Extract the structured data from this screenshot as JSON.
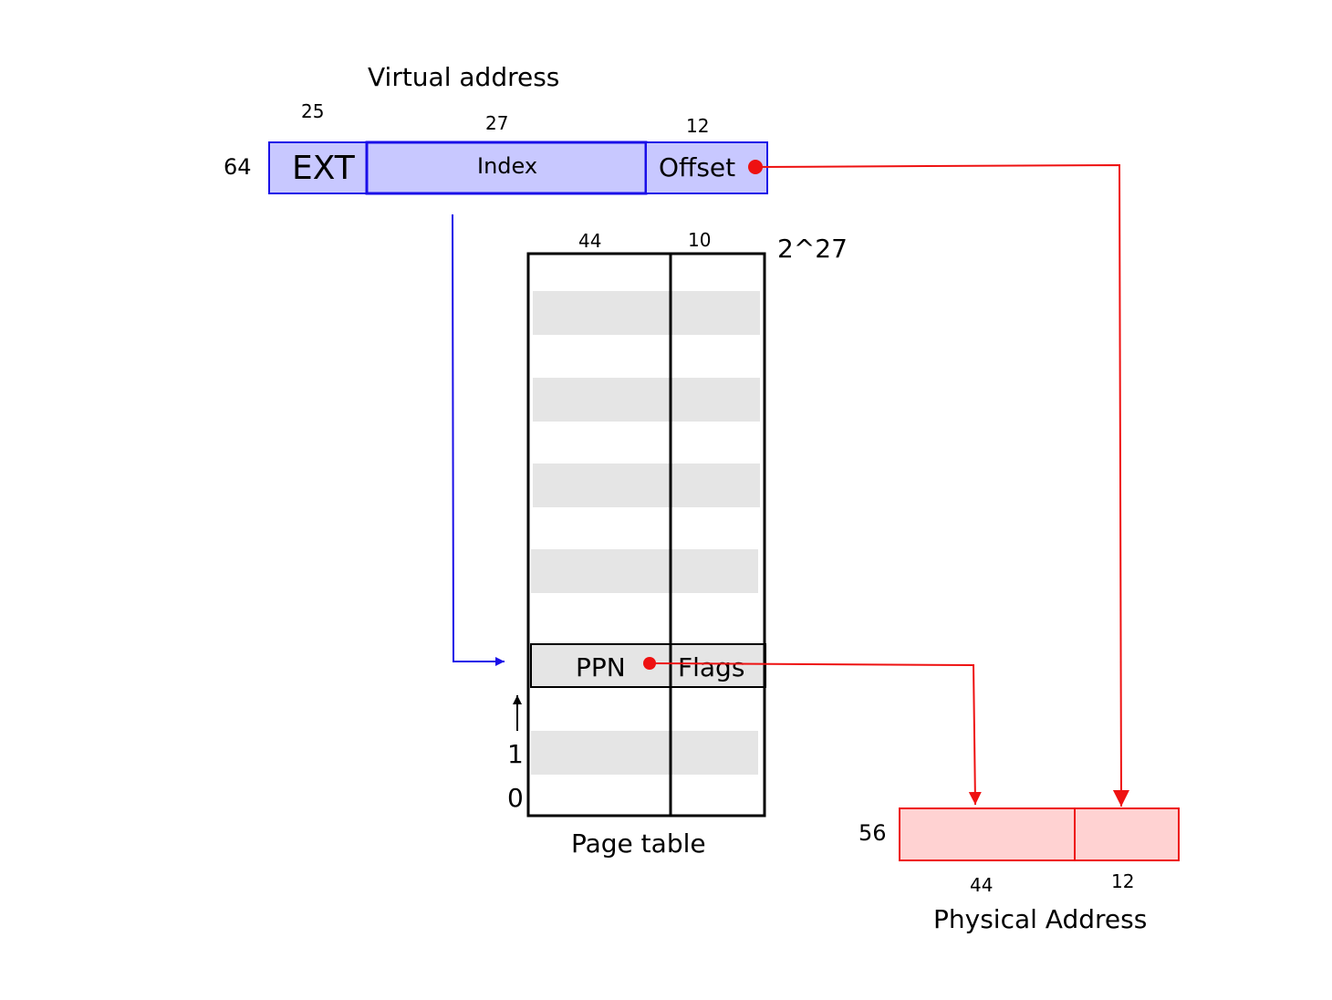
{
  "virtual_address": {
    "title": "Virtual address",
    "total_bits": "64",
    "fields": [
      {
        "label": "EXT",
        "bits": "25"
      },
      {
        "label": "Index",
        "bits": "27"
      },
      {
        "label": "Offset",
        "bits": "12"
      }
    ]
  },
  "page_table": {
    "title": "Page table",
    "column_bits": [
      "44",
      "10"
    ],
    "entries_label": "2^27",
    "row_labels": [
      "1",
      "0"
    ],
    "highlighted_entry": {
      "ppn": "PPN",
      "flags": "Flags"
    }
  },
  "physical_address": {
    "title": "Physical Address",
    "total_bits": "56",
    "fields": [
      {
        "bits": "44"
      },
      {
        "bits": "12"
      }
    ]
  },
  "colors": {
    "virtual_fill": "#c8c8ff",
    "virtual_stroke": "#1a0fe8",
    "physical_fill": "#ffd2d2",
    "physical_stroke": "#ee1111",
    "arrow_blue": "#1a0fe8",
    "arrow_red": "#ee1111",
    "row_shade": "#e5e5e5"
  }
}
